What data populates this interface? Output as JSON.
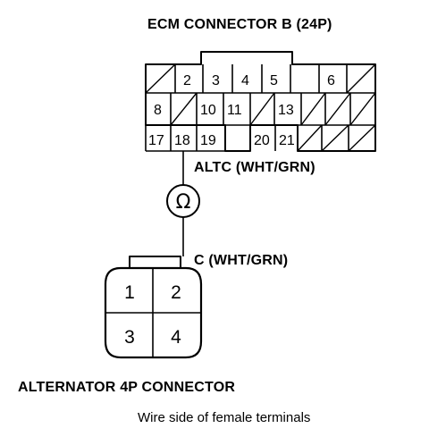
{
  "ecm_connector": {
    "title": "ECM CONNECTOR B (24P)",
    "row1": [
      {
        "id": "c1",
        "label": ""
      },
      {
        "id": "c2",
        "label": "2"
      },
      {
        "id": "c3",
        "label": "3"
      },
      {
        "id": "c4",
        "label": "4"
      },
      {
        "id": "c5",
        "label": "5"
      },
      {
        "id": "c6",
        "label": "6"
      },
      {
        "id": "c7",
        "label": ""
      }
    ],
    "row2": [
      {
        "id": "c8",
        "label": "8"
      },
      {
        "id": "c9",
        "label": ""
      },
      {
        "id": "c10",
        "label": "10"
      },
      {
        "id": "c11",
        "label": "11"
      },
      {
        "id": "c12",
        "label": ""
      },
      {
        "id": "c13",
        "label": "13"
      },
      {
        "id": "c14",
        "label": ""
      },
      {
        "id": "c15",
        "label": ""
      },
      {
        "id": "c16",
        "label": ""
      }
    ],
    "row3": [
      {
        "id": "c17",
        "label": "17"
      },
      {
        "id": "c18",
        "label": "18"
      },
      {
        "id": "c19",
        "label": "19"
      },
      {
        "id": "c20",
        "label": "20"
      },
      {
        "id": "c21",
        "label": "21"
      },
      {
        "id": "c22",
        "label": ""
      },
      {
        "id": "c23",
        "label": ""
      },
      {
        "id": "c24",
        "label": ""
      }
    ]
  },
  "wire_upper": {
    "label": "ALTC (WHT/GRN)"
  },
  "ohmmeter": {
    "symbol": "Ω"
  },
  "wire_lower": {
    "label": "C (WHT/GRN)"
  },
  "alternator_connector": {
    "title": "ALTERNATOR 4P CONNECTOR",
    "terminals": [
      "1",
      "2",
      "3",
      "4"
    ]
  },
  "note": "Wire side of female terminals"
}
